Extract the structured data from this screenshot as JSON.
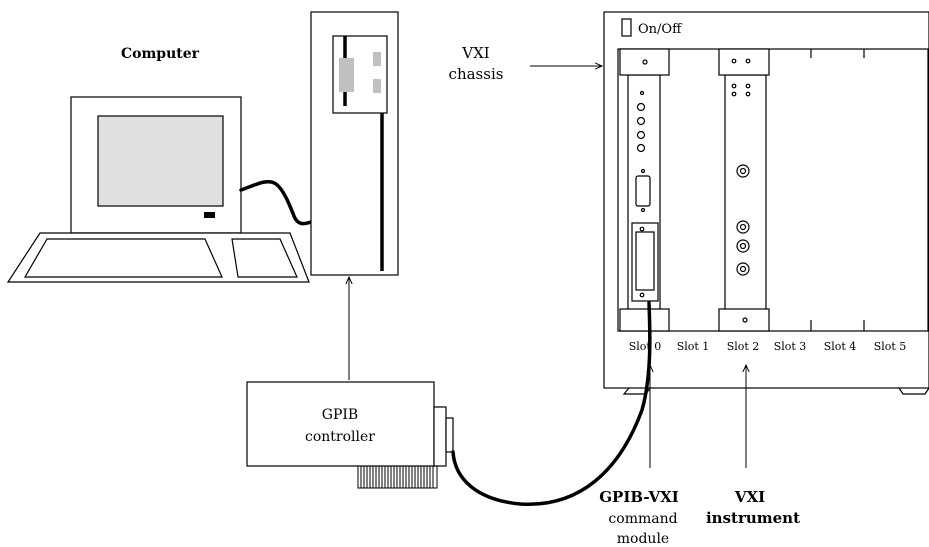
{
  "labels": {
    "computer": "Computer",
    "vxi_chassis_line1": "VXI",
    "vxi_chassis_line2": "chassis",
    "on_off": "On/Off",
    "gpib_controller_line1": "GPIB",
    "gpib_controller_line2": "controller",
    "command_module_line1": "GPIB-VXI",
    "command_module_line2": "command",
    "command_module_line3": "module",
    "vxi_instrument_line1": "VXI",
    "vxi_instrument_line2": "instrument"
  },
  "slots": [
    "Slot 0",
    "Slot 1",
    "Slot 2",
    "Slot 3",
    "Slot 4",
    "Slot 5"
  ],
  "colors": {
    "ink": "#000000",
    "screen": "#e0e0e0",
    "paper": "#ffffff",
    "drive_slot": "#c0c0c0"
  }
}
